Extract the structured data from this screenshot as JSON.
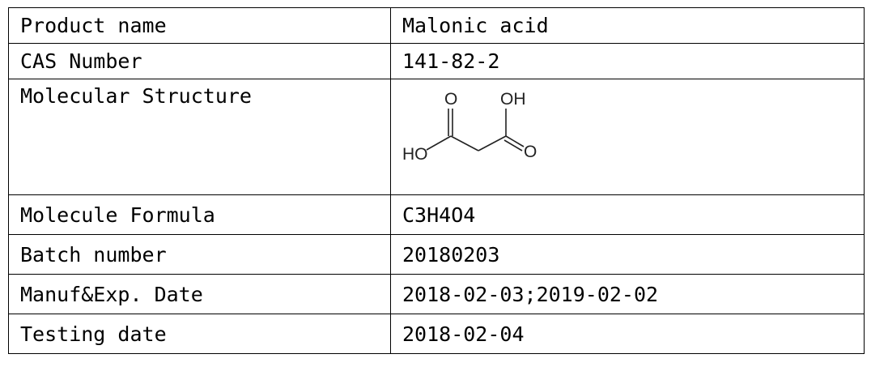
{
  "rows": [
    {
      "label": "Product name",
      "value": "Malonic acid"
    },
    {
      "label": "CAS Number",
      "value": "141-82-2"
    },
    {
      "label": "Molecular Structure",
      "value": null
    },
    {
      "label": "Molecule Formula",
      "value": "C3H4O4"
    },
    {
      "label": "Batch number",
      "value": "20180203"
    },
    {
      "label": "Manuf&Exp. Date",
      "value": "2018-02-03;2019-02-02"
    },
    {
      "label": "Testing date",
      "value": "2018-02-04"
    }
  ],
  "structure": {
    "atom_labels": [
      "O",
      "OH",
      "HO",
      "O"
    ]
  }
}
